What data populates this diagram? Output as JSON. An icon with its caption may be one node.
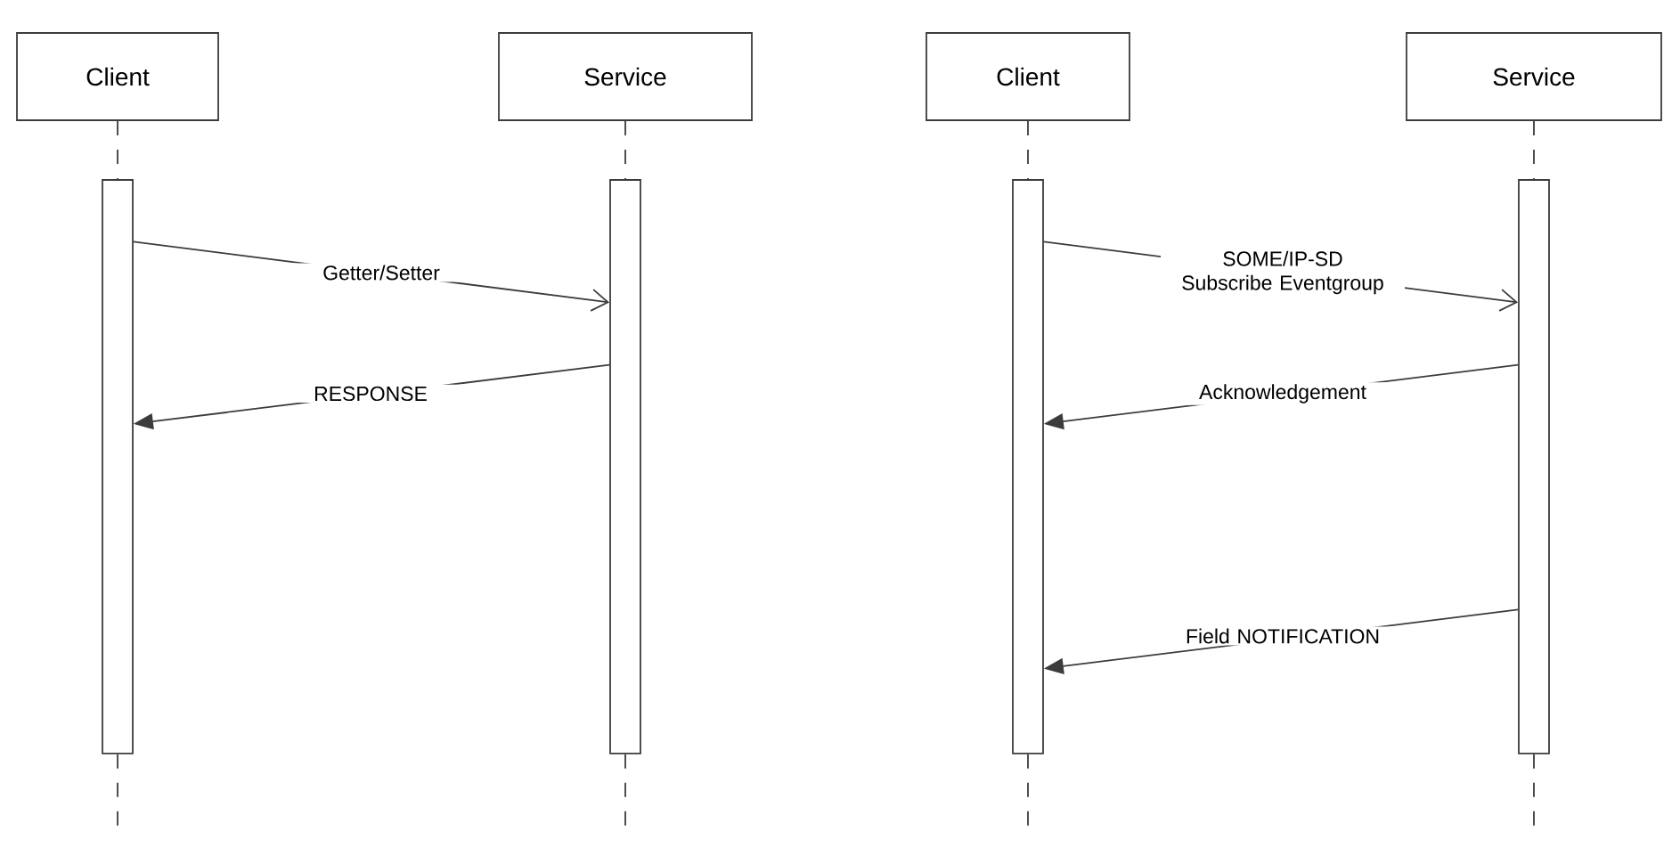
{
  "diagram": {
    "nodes": [
      {
        "text": [
          "Client"
        ]
      },
      {
        "text": [
          "Service"
        ]
      },
      {
        "text": [
          "Client"
        ]
      },
      {
        "text": [
          "Service"
        ]
      },
      {
        "text": [],
        "shape": "bar"
      },
      {
        "text": [],
        "shape": "bar"
      },
      {
        "text": [],
        "shape": "bar"
      },
      {
        "text": [],
        "shape": "bar"
      }
    ],
    "edges": [
      {
        "from": 0,
        "to": 4,
        "arrow": "none",
        "style": "dashed"
      },
      {
        "from": 4,
        "to": null,
        "arrow": "none",
        "style": "dashed"
      },
      {
        "from": 1,
        "to": 5,
        "arrow": "none",
        "style": "dashed"
      },
      {
        "from": 5,
        "to": null,
        "arrow": "none",
        "style": "dashed"
      },
      {
        "from": 2,
        "to": 6,
        "arrow": "none",
        "style": "dashed"
      },
      {
        "from": 6,
        "to": null,
        "arrow": "none",
        "style": "dashed"
      },
      {
        "from": 3,
        "to": 7,
        "arrow": "none",
        "style": "dashed"
      },
      {
        "from": 7,
        "to": null,
        "arrow": "none",
        "style": "dashed"
      },
      {
        "from": 4,
        "to": 5,
        "arrow": "to",
        "label": "Getter/Setter"
      },
      {
        "from": 5,
        "to": 4,
        "arrow": "to",
        "label": "RESPONSE"
      },
      {
        "from": 6,
        "to": 7,
        "arrow": "to",
        "label": "SOME/IP-SD Subscribe Eventgroup"
      },
      {
        "from": 7,
        "to": 6,
        "arrow": "to",
        "label": "Acknowledgement"
      },
      {
        "from": 7,
        "to": 6,
        "arrow": "to",
        "label": "Field NOTIFICATION"
      }
    ]
  }
}
